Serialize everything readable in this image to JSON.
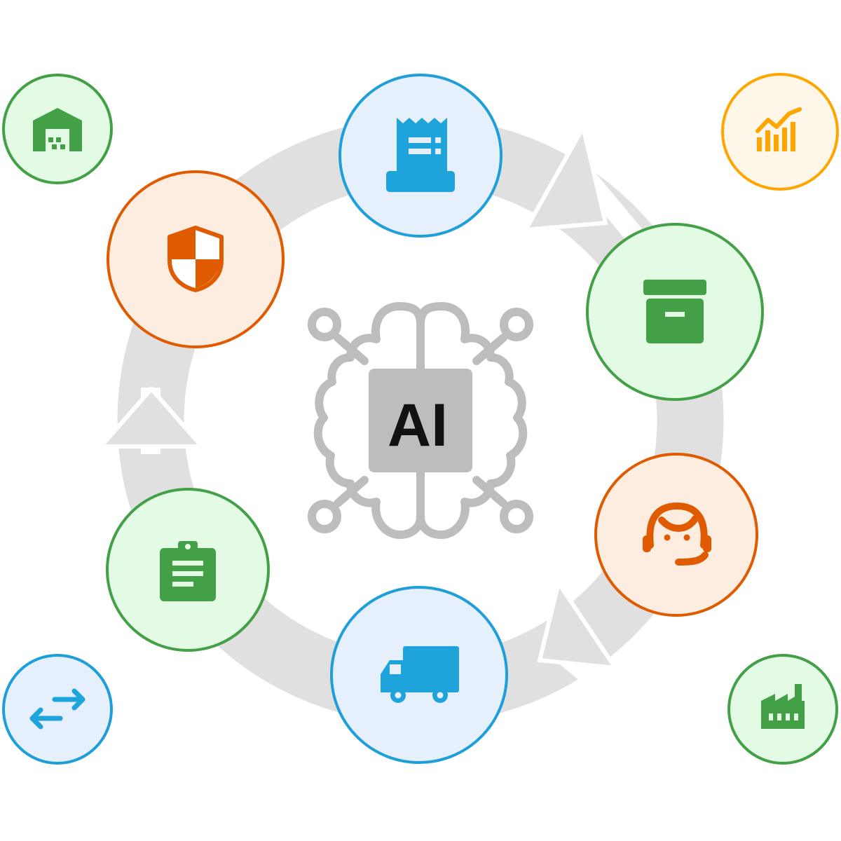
{
  "center": {
    "label": "AI",
    "icon": "ai-brain-icon",
    "stroke_color": "#BDBDBD",
    "chip_color": "#BDBDBD",
    "text_color": "#111111"
  },
  "cycle": {
    "ring_color": "#E0E0E0",
    "direction": "clockwise",
    "nodes": [
      {
        "name": "invoice-node",
        "icon": "invoice-icon",
        "theme": "blue"
      },
      {
        "name": "inventory-node",
        "icon": "archive-box-icon",
        "theme": "green"
      },
      {
        "name": "customer-support-node",
        "icon": "support-agent-icon",
        "theme": "orange"
      },
      {
        "name": "delivery-node",
        "icon": "delivery-truck-icon",
        "theme": "blue"
      },
      {
        "name": "order-node",
        "icon": "clipboard-icon",
        "theme": "green"
      },
      {
        "name": "security-node",
        "icon": "shield-icon",
        "theme": "orange"
      }
    ]
  },
  "corners": [
    {
      "name": "warehouse-node",
      "icon": "warehouse-icon",
      "theme": "green"
    },
    {
      "name": "analytics-node",
      "icon": "chart-growth-icon",
      "theme": "yellow"
    },
    {
      "name": "exchange-node",
      "icon": "exchange-arrows-icon",
      "theme": "blue"
    },
    {
      "name": "factory-node",
      "icon": "factory-icon",
      "theme": "green"
    }
  ],
  "themes": {
    "blue": {
      "stroke": "#1E9FD9",
      "fill": "#E5F0FC",
      "icon": "#1EA3DA"
    },
    "green": {
      "stroke": "#43A047",
      "fill": "#E3FBE5",
      "icon": "#43A047"
    },
    "orange": {
      "stroke": "#E05A00",
      "fill": "#FDEDE1",
      "icon": "#E05A00"
    },
    "yellow": {
      "stroke": "#FFA500",
      "fill": "#FFF6EA",
      "icon": "#FFA500"
    }
  }
}
